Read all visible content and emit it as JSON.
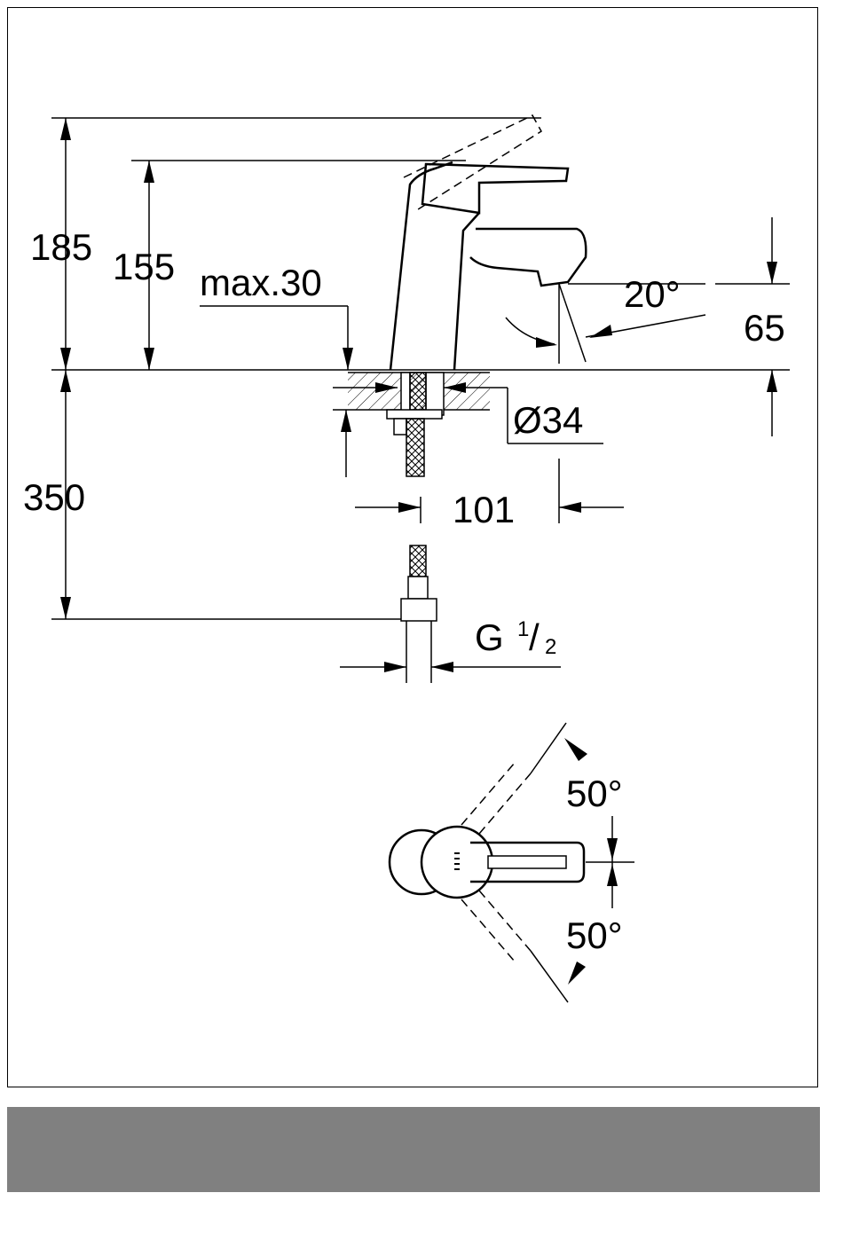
{
  "dimensions": {
    "total_height": "185",
    "spout_height": "155",
    "max_deck_thickness": "max.30",
    "spout_angle": "20°",
    "spout_clearance": "65",
    "hole_diameter": "Ø34",
    "spout_reach": "101",
    "supply_hose_length": "350",
    "thread_prefix": "G",
    "thread_num": "1",
    "thread_slash": "/",
    "thread_den": "2",
    "rotation_upper": "50°",
    "rotation_lower": "50°"
  },
  "colors": {
    "line": "#000000",
    "footer_bar": "#808080",
    "background": "#ffffff"
  }
}
